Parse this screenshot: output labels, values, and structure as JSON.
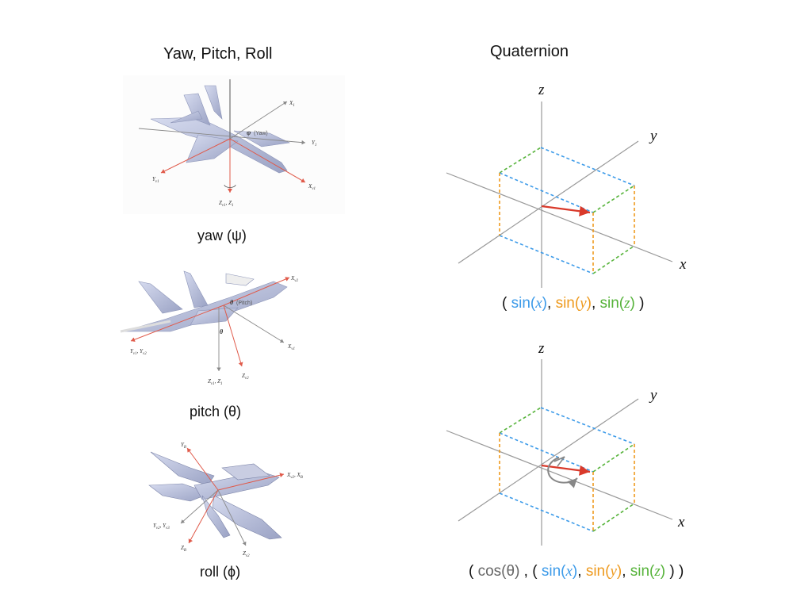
{
  "left": {
    "title": "Yaw, Pitch, Roll",
    "panels": [
      {
        "caption": "yaw (ψ)",
        "labels": {
          "x1": "X",
          "x1_sub": "1",
          "y1": "Y",
          "y1_sub": "1",
          "yv1": "Y",
          "yv1_sub": "v1",
          "xv1": "X",
          "xv1_sub": "v1",
          "z": "Z",
          "z_sub": "v1",
          "z_tail": ", Z",
          "z_tail_sub": "1",
          "angle": "ψ",
          "angle_note": "(Yaw)"
        }
      },
      {
        "caption": "pitch (θ)",
        "labels": {
          "xv2": "X",
          "xv2_sub": "v2",
          "xv1": "X",
          "xv1_sub": "v1",
          "y": "Y",
          "y_sub": "v1",
          "y_tail": ", Y",
          "y_tail_sub": "v2",
          "z": "Z",
          "z_sub": "v1",
          "z_tail": ", Z",
          "z_tail_sub": "1",
          "zv2": "Z",
          "zv2_sub": "v2",
          "angle": "θ",
          "angle_note": "(Pitch)",
          "angle2": "θ"
        }
      },
      {
        "caption": "roll (ϕ)",
        "labels": {
          "yb": "Y",
          "yb_sub": "B",
          "xb": "X",
          "xb_sub": "v2",
          "xb_tail": ", X",
          "xb_tail_sub": "B",
          "y": "Y",
          "y_sub": "v2",
          "y_tail": ", Y",
          "y_tail_sub": "v3",
          "zb": "Z",
          "zb_sub": "B",
          "zv2": "Z",
          "zv2_sub": "v2"
        }
      }
    ]
  },
  "right": {
    "title": "Quaternion",
    "axis_labels": {
      "z": "z",
      "y": "y",
      "x": "x"
    },
    "formula1": {
      "open": "( ",
      "sx": "sin(",
      "x": "x",
      "sx_close": ")",
      "sep1": ", ",
      "sy": "sin(",
      "y": "y",
      "sy_close": ")",
      "sep2": ", ",
      "sz": "sin(",
      "z": "z",
      "sz_close": ")",
      "close": " )"
    },
    "formula2": {
      "open": "( ",
      "cos": "cos(θ)",
      "mid": " , ( ",
      "sx": "sin(",
      "x": "x",
      "sx_close": ")",
      "sep1": ", ",
      "sy": "sin(",
      "y": "y",
      "sy_close": ")",
      "sep2": ", ",
      "sz": "sin(",
      "z": "z",
      "sz_close": ")",
      "close": " ) )"
    }
  },
  "colors": {
    "axis": "#999999",
    "blue": "#3d9be9",
    "orange": "#ee9a1e",
    "green": "#56b33a",
    "red": "#d93a2b",
    "gray_text": "#666666",
    "plane": "#b8bfd8",
    "ref_red": "#e05a4a"
  }
}
